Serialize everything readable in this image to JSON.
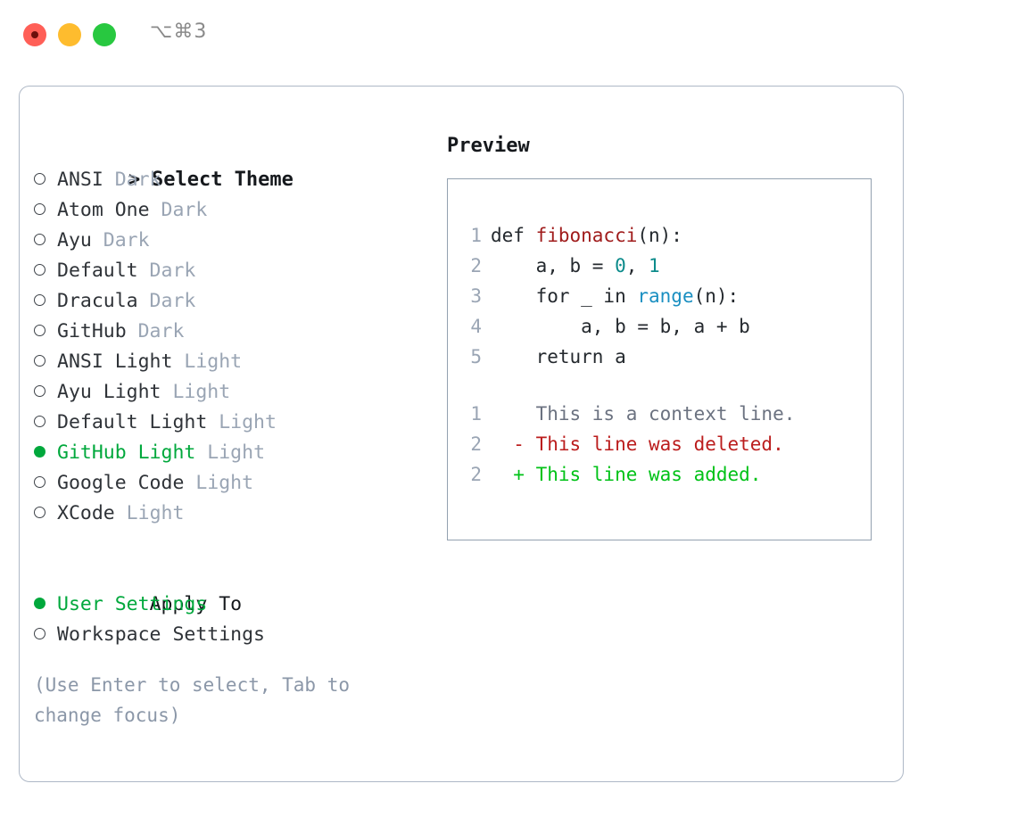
{
  "titlebar": {
    "shortcut": "⌥⌘3",
    "lights": [
      "close-red",
      "minimize-amber",
      "maximize-green"
    ]
  },
  "theme_list": {
    "header_marker": ">",
    "header": "Select Theme",
    "items": [
      {
        "name": "ANSI",
        "kind": "Dark",
        "selected": false
      },
      {
        "name": "Atom One",
        "kind": "Dark",
        "selected": false
      },
      {
        "name": "Ayu",
        "kind": "Dark",
        "selected": false
      },
      {
        "name": "Default",
        "kind": "Dark",
        "selected": false
      },
      {
        "name": "Dracula",
        "kind": "Dark",
        "selected": false
      },
      {
        "name": "GitHub",
        "kind": "Dark",
        "selected": false
      },
      {
        "name": "ANSI Light",
        "kind": "Light",
        "selected": false
      },
      {
        "name": "Ayu Light",
        "kind": "Light",
        "selected": false
      },
      {
        "name": "Default Light",
        "kind": "Light",
        "selected": false
      },
      {
        "name": "GitHub Light",
        "kind": "Light",
        "selected": true
      },
      {
        "name": "Google Code",
        "kind": "Light",
        "selected": false
      },
      {
        "name": "XCode",
        "kind": "Light",
        "selected": false
      }
    ]
  },
  "apply_to": {
    "label": "Apply To",
    "options": [
      {
        "name": "User Settings",
        "selected": true
      },
      {
        "name": "Workspace Settings",
        "selected": false
      }
    ]
  },
  "hint": "(Use Enter to select, Tab to change focus)",
  "preview": {
    "title": "Preview",
    "code_lines": [
      {
        "no": "1",
        "segments": [
          {
            "text": "def ",
            "style": "plain"
          },
          {
            "text": "fibonacci",
            "style": "fn"
          },
          {
            "text": "(n):",
            "style": "plain"
          }
        ]
      },
      {
        "no": "2",
        "segments": [
          {
            "text": "    a, b = ",
            "style": "plain"
          },
          {
            "text": "0",
            "style": "num"
          },
          {
            "text": ", ",
            "style": "plain"
          },
          {
            "text": "1",
            "style": "num"
          }
        ]
      },
      {
        "no": "3",
        "segments": [
          {
            "text": "    for _ in ",
            "style": "plain"
          },
          {
            "text": "range",
            "style": "call"
          },
          {
            "text": "(n):",
            "style": "plain"
          }
        ]
      },
      {
        "no": "4",
        "segments": [
          {
            "text": "        a, b = b, a + b",
            "style": "plain"
          }
        ]
      },
      {
        "no": "5",
        "segments": [
          {
            "text": "    return a",
            "style": "plain"
          }
        ]
      }
    ],
    "diff_lines": [
      {
        "no": "1",
        "marker": " ",
        "text": "This is a context line.",
        "style": "context"
      },
      {
        "no": "2",
        "marker": "-",
        "text": "This line was deleted.",
        "style": "del"
      },
      {
        "no": "2",
        "marker": "+",
        "text": "This line was added.",
        "style": "add"
      }
    ]
  },
  "colors": {
    "selected_green": "#00a83c",
    "muted": "#9aa5b4",
    "hint": "#8b97a8",
    "border": "#aeb8c6",
    "panel_border": "#93a1b0",
    "fn_red": "#a01c1c",
    "num_teal": "#0c8b8b",
    "call_blue": "#1a8fc1",
    "diff_del": "#bb1d1d",
    "diff_add": "#00c217",
    "diff_context": "#6b7280"
  }
}
